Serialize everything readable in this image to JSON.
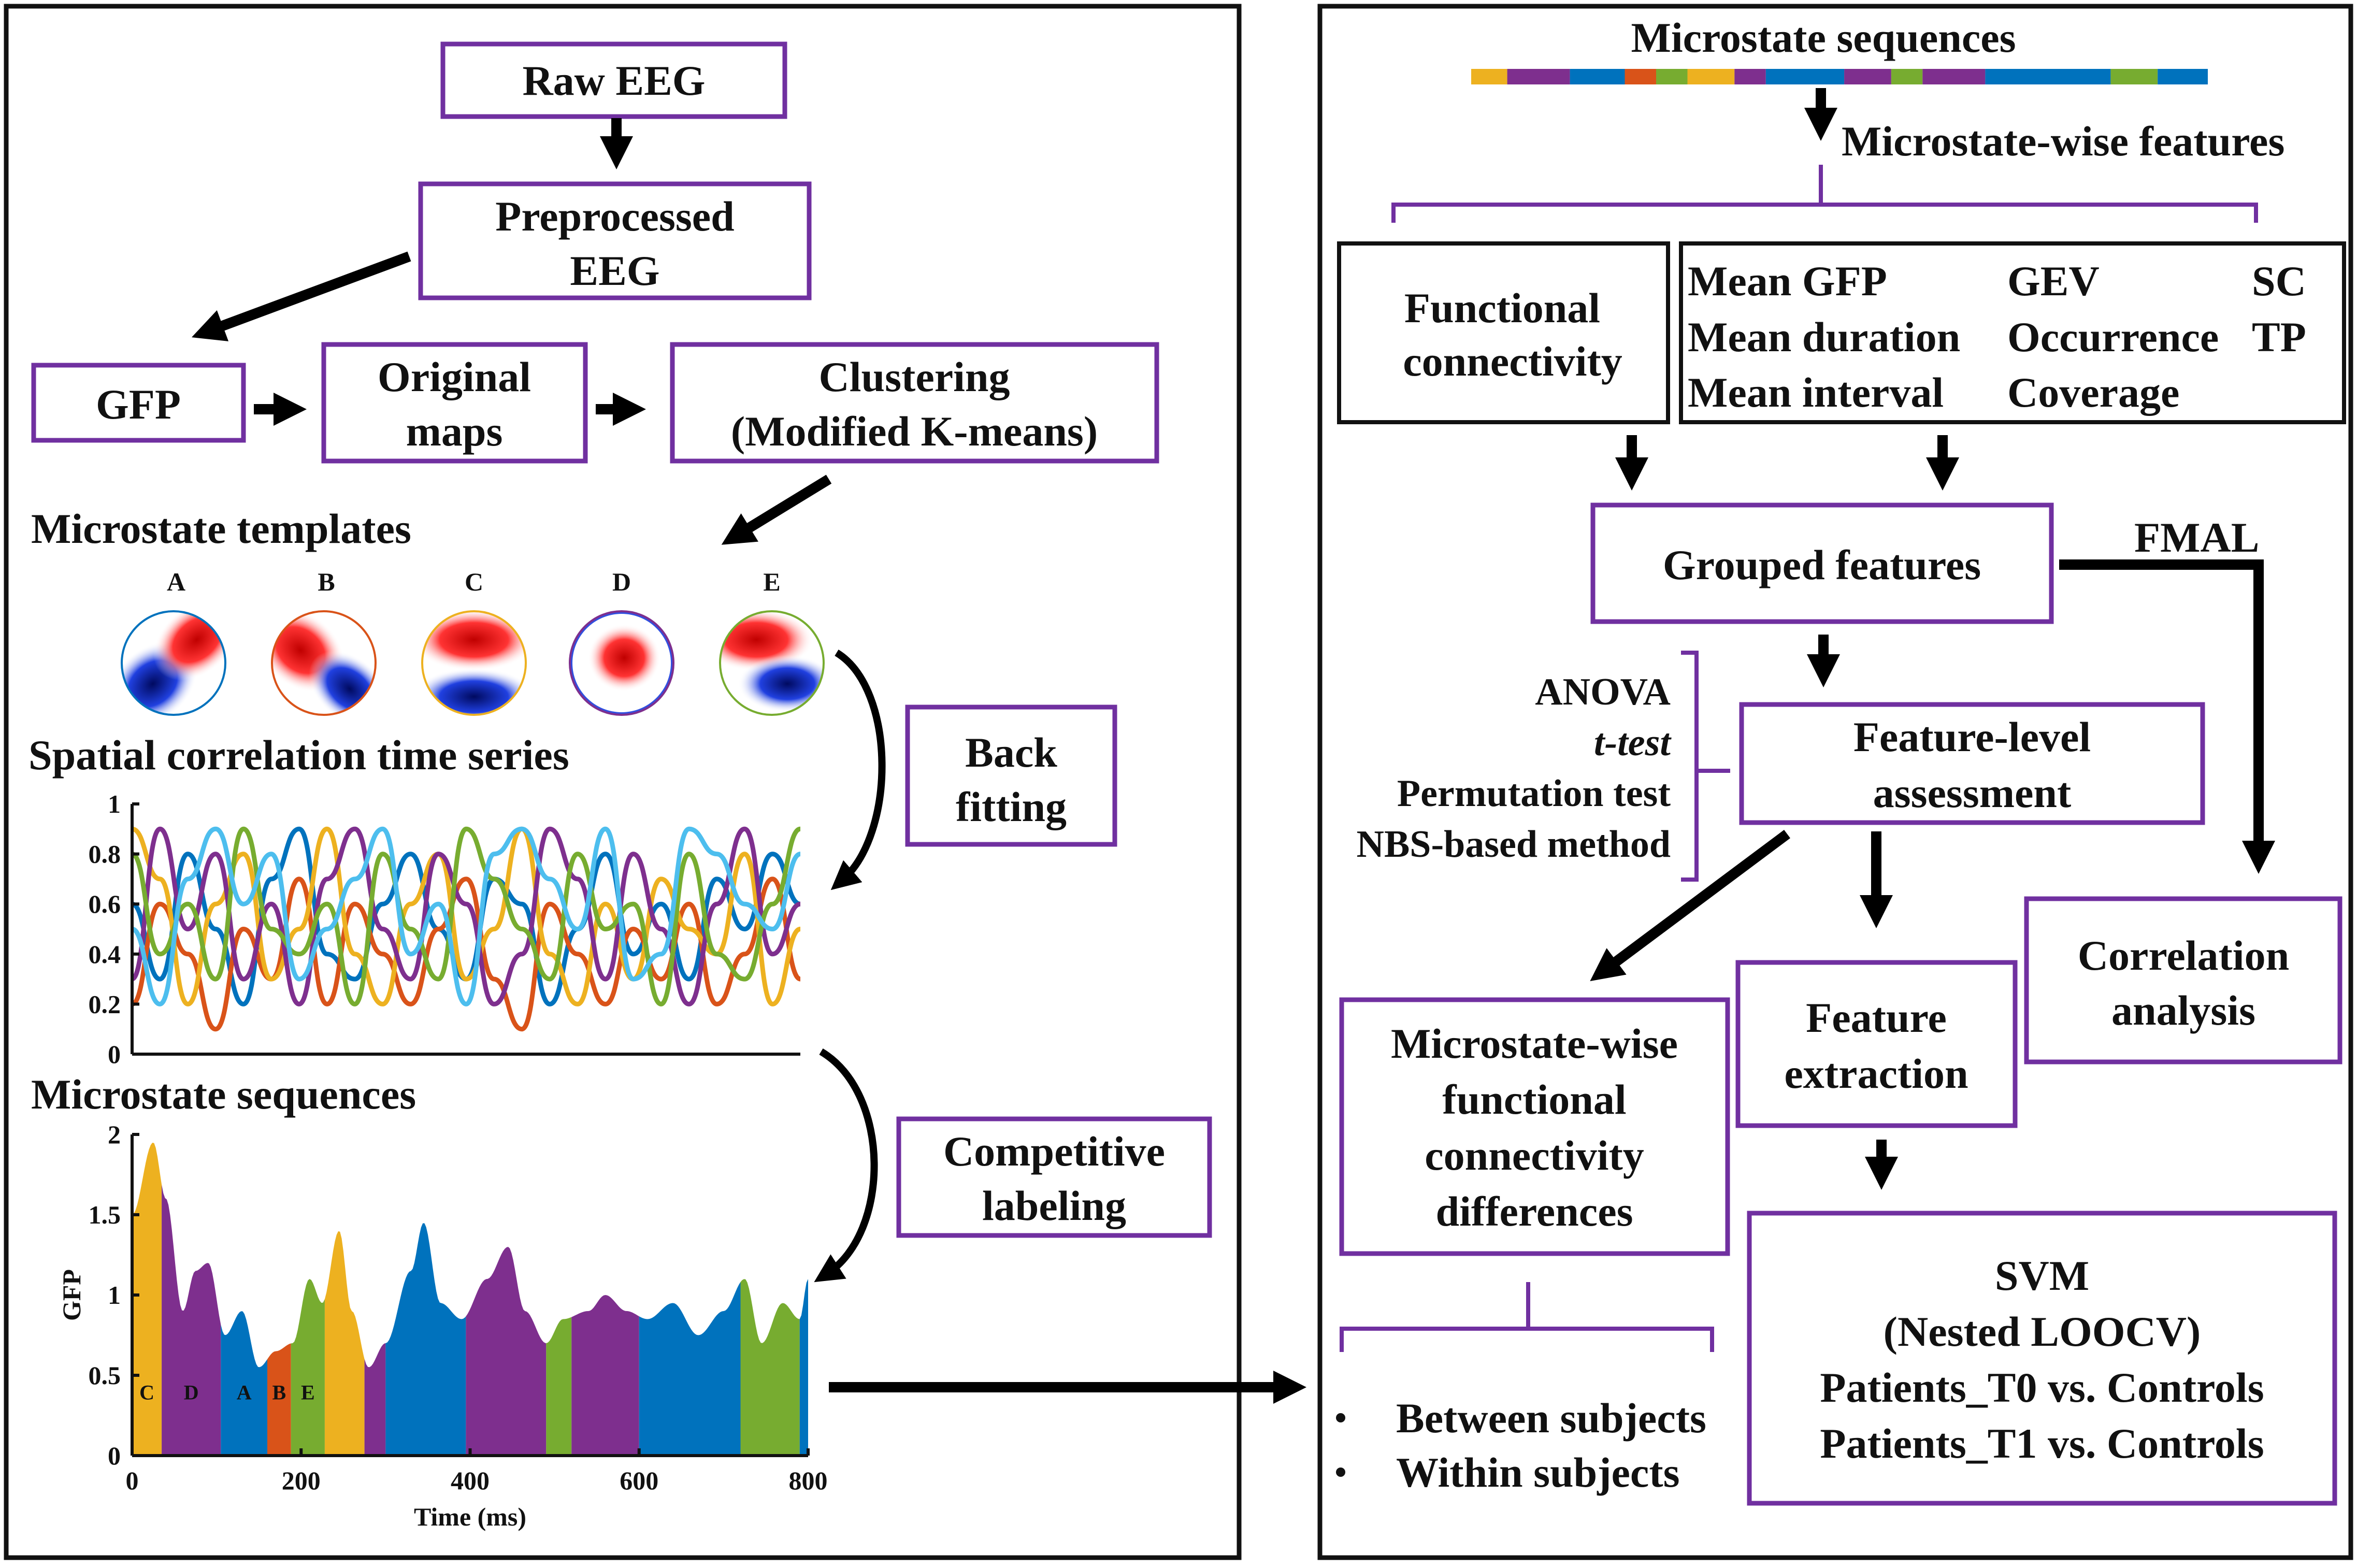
{
  "colors": {
    "box_border": "#7030a0",
    "A": "#0072bd",
    "B": "#d95319",
    "C": "#edb120",
    "D": "#7e2f8e",
    "E": "#77ac30",
    "F": "#4dbeee"
  },
  "left": {
    "raw_eeg": "Raw EEG",
    "preprocessed": [
      "Preprocessed",
      "EEG"
    ],
    "gfp": "GFP",
    "original_maps": [
      "Original",
      "maps"
    ],
    "clustering": [
      "Clustering",
      "(Modified K-means)"
    ],
    "templates_title": "Microstate templates",
    "template_labels": [
      "A",
      "B",
      "C",
      "D",
      "E"
    ],
    "corr_title": "Spatial correlation time series",
    "back_fitting": [
      "Back",
      "fitting"
    ],
    "seq_title": "Microstate sequences",
    "competitive": [
      "Competitive",
      "labeling"
    ],
    "seq_segment_labels": [
      "C",
      "D",
      "A",
      "B",
      "E"
    ]
  },
  "right": {
    "seq_title": "Microstate sequences",
    "microstate_wise": "Microstate-wise features",
    "functional_connectivity": [
      "Functional",
      "connectivity"
    ],
    "features_col1": [
      "Mean GFP",
      "Mean duration",
      "Mean interval"
    ],
    "features_col2": [
      "GEV",
      "Occurrence",
      "Coverage"
    ],
    "features_col3": [
      "SC",
      "TP"
    ],
    "grouped": "Grouped features",
    "fmal": "FMAL",
    "tests": [
      "ANOVA",
      "t-test",
      "Permutation test",
      "NBS-based method"
    ],
    "feature_level": [
      "Feature-level",
      "assessment"
    ],
    "correlation": [
      "Correlation",
      "analysis"
    ],
    "mw_fc": [
      "Microstate-wise",
      "functional",
      "connectivity",
      "differences"
    ],
    "feature_extraction": [
      "Feature",
      "extraction"
    ],
    "svm": [
      "SVM",
      "(Nested LOOCV)",
      "Patients_T0 vs. Controls",
      "Patients_T1 vs. Controls"
    ],
    "bullets": [
      "Between subjects",
      "Within subjects"
    ]
  },
  "chart_data": [
    {
      "type": "line",
      "title": "Spatial correlation time series",
      "xlim": [
        0,
        800
      ],
      "ylim": [
        0,
        1
      ],
      "yticks": [
        "0",
        "0.2",
        "0.4",
        "0.6",
        "0.8",
        "1"
      ],
      "series": [
        {
          "color": "#0072bd",
          "values": [
            0.6,
            0.3,
            0.8,
            0.5,
            0.2,
            0.7,
            0.9,
            0.4,
            0.3,
            0.6,
            0.8,
            0.5,
            0.3,
            0.7,
            0.6,
            0.2,
            0.5,
            0.8,
            0.4,
            0.6,
            0.3,
            0.7,
            0.5,
            0.8,
            0.6
          ]
        },
        {
          "color": "#d95319",
          "values": [
            0.2,
            0.6,
            0.4,
            0.1,
            0.5,
            0.3,
            0.7,
            0.2,
            0.6,
            0.4,
            0.2,
            0.5,
            0.7,
            0.3,
            0.1,
            0.6,
            0.4,
            0.2,
            0.5,
            0.3,
            0.6,
            0.2,
            0.4,
            0.7,
            0.3
          ]
        },
        {
          "color": "#edb120",
          "values": [
            0.9,
            0.7,
            0.2,
            0.6,
            0.8,
            0.3,
            0.5,
            0.9,
            0.4,
            0.2,
            0.6,
            0.8,
            0.3,
            0.5,
            0.9,
            0.4,
            0.2,
            0.6,
            0.3,
            0.7,
            0.5,
            0.4,
            0.8,
            0.2,
            0.5
          ]
        },
        {
          "color": "#7e2f8e",
          "values": [
            0.3,
            0.9,
            0.5,
            0.8,
            0.3,
            0.6,
            0.2,
            0.7,
            0.9,
            0.5,
            0.3,
            0.8,
            0.6,
            0.2,
            0.4,
            0.9,
            0.7,
            0.3,
            0.8,
            0.5,
            0.2,
            0.6,
            0.9,
            0.4,
            0.6
          ]
        },
        {
          "color": "#77ac30",
          "values": [
            0.8,
            0.4,
            0.6,
            0.3,
            0.9,
            0.5,
            0.4,
            0.6,
            0.2,
            0.8,
            0.5,
            0.3,
            0.9,
            0.7,
            0.5,
            0.3,
            0.8,
            0.5,
            0.6,
            0.2,
            0.8,
            0.4,
            0.3,
            0.6,
            0.9
          ]
        },
        {
          "color": "#4dbeee",
          "values": [
            0.5,
            0.2,
            0.7,
            0.9,
            0.6,
            0.8,
            0.3,
            0.5,
            0.7,
            0.9,
            0.4,
            0.6,
            0.2,
            0.8,
            0.9,
            0.7,
            0.5,
            0.9,
            0.3,
            0.4,
            0.9,
            0.8,
            0.6,
            0.5,
            0.8
          ]
        }
      ]
    },
    {
      "type": "area",
      "title": "Microstate sequences",
      "xlabel": "Time (ms)",
      "ylabel": "GFP",
      "xlim": [
        0,
        800
      ],
      "ylim": [
        0,
        2
      ],
      "xticks": [
        "0",
        "200",
        "400",
        "600",
        "800"
      ],
      "yticks": [
        "0",
        "0.5",
        "1",
        "1.5",
        "2"
      ],
      "gfp": [
        [
          0,
          1.5
        ],
        [
          25,
          1.95
        ],
        [
          40,
          1.6
        ],
        [
          60,
          0.9
        ],
        [
          75,
          1.15
        ],
        [
          90,
          1.2
        ],
        [
          110,
          0.75
        ],
        [
          130,
          0.9
        ],
        [
          150,
          0.55
        ],
        [
          170,
          0.65
        ],
        [
          190,
          0.7
        ],
        [
          210,
          1.1
        ],
        [
          225,
          0.95
        ],
        [
          245,
          1.4
        ],
        [
          260,
          0.9
        ],
        [
          280,
          0.55
        ],
        [
          300,
          0.7
        ],
        [
          330,
          1.15
        ],
        [
          345,
          1.45
        ],
        [
          365,
          0.95
        ],
        [
          390,
          0.85
        ],
        [
          420,
          1.1
        ],
        [
          445,
          1.3
        ],
        [
          465,
          0.9
        ],
        [
          490,
          0.7
        ],
        [
          510,
          0.85
        ],
        [
          540,
          0.9
        ],
        [
          560,
          1.0
        ],
        [
          585,
          0.9
        ],
        [
          610,
          0.85
        ],
        [
          640,
          0.95
        ],
        [
          670,
          0.75
        ],
        [
          700,
          0.9
        ],
        [
          725,
          1.1
        ],
        [
          745,
          0.7
        ],
        [
          770,
          0.95
        ],
        [
          790,
          0.85
        ],
        [
          800,
          1.1
        ]
      ],
      "segments": [
        {
          "state": "C",
          "start": 0,
          "end": 35
        },
        {
          "state": "D",
          "start": 35,
          "end": 105
        },
        {
          "state": "A",
          "start": 105,
          "end": 160
        },
        {
          "state": "B",
          "start": 160,
          "end": 188
        },
        {
          "state": "E",
          "start": 188,
          "end": 228
        },
        {
          "state": "C",
          "start": 228,
          "end": 275
        },
        {
          "state": "D",
          "start": 275,
          "end": 300
        },
        {
          "state": "A",
          "start": 300,
          "end": 395
        },
        {
          "state": "D",
          "start": 395,
          "end": 490
        },
        {
          "state": "E",
          "start": 490,
          "end": 520
        },
        {
          "state": "D",
          "start": 520,
          "end": 600
        },
        {
          "state": "A",
          "start": 600,
          "end": 720
        },
        {
          "state": "E",
          "start": 720,
          "end": 790
        },
        {
          "state": "A",
          "start": 790,
          "end": 800
        }
      ]
    },
    {
      "type": "bar",
      "title": "Microstate sequences",
      "segments": [
        {
          "state": "C",
          "start": 0,
          "end": 23
        },
        {
          "state": "D",
          "start": 23,
          "end": 63
        },
        {
          "state": "A",
          "start": 63,
          "end": 98
        },
        {
          "state": "B",
          "start": 98,
          "end": 118
        },
        {
          "state": "E",
          "start": 118,
          "end": 138
        },
        {
          "state": "C",
          "start": 138,
          "end": 168
        },
        {
          "state": "D",
          "start": 168,
          "end": 188
        },
        {
          "state": "A",
          "start": 188,
          "end": 238
        },
        {
          "state": "D",
          "start": 238,
          "end": 268
        },
        {
          "state": "E",
          "start": 268,
          "end": 288
        },
        {
          "state": "D",
          "start": 288,
          "end": 328
        },
        {
          "state": "A",
          "start": 328,
          "end": 408
        },
        {
          "state": "E",
          "start": 408,
          "end": 438
        },
        {
          "state": "A",
          "start": 438,
          "end": 470
        }
      ]
    }
  ]
}
